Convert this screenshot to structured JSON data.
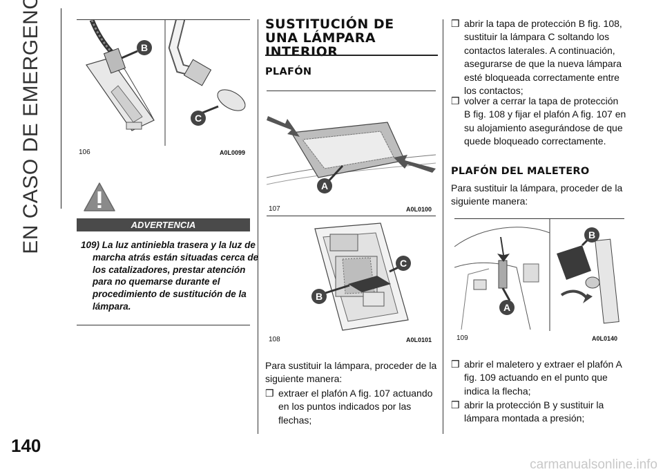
{
  "side_header": "EN CASO DE EMERGENCIA",
  "page_number": "140",
  "figures": [
    {
      "num": "106",
      "code": "A0L0099",
      "labels": [
        "B",
        "C"
      ]
    },
    {
      "num": "107",
      "code": "A0L0100",
      "labels": [
        "A"
      ]
    },
    {
      "num": "108",
      "code": "A0L0101",
      "labels": [
        "C",
        "B"
      ]
    },
    {
      "num": "109",
      "code": "A0L0140",
      "labels": [
        "B",
        "A"
      ]
    }
  ],
  "warning": {
    "title": "ADVERTENCIA",
    "text": "109) La luz antiniebla trasera y la luz de marcha atrás están situadas cerca de los catalizadores, prestar atención para no quemarse durante el procedimiento de sustitución de la lámpara."
  },
  "section": {
    "title_lines": [
      "SUSTITUCIÓN DE",
      "UNA LÁMPARA",
      "INTERIOR"
    ],
    "subtitle1": "PLAFÓN",
    "intro1": "Para sustituir la lámpara, proceder de la siguiente manera:",
    "bullets1": [
      "extraer el plafón A fig. 107 actuando en los puntos indicados por las flechas;",
      "abrir la tapa de protección B fig. 108, sustituir la lámpara C soltando los contactos laterales. A continuación, asegurarse de que la nueva lámpara esté bloqueada correctamente entre los contactos;",
      "volver a cerrar la tapa de protección B fig. 108 y fijar el plafón A fig. 107 en su alojamiento asegurándose de que quede bloqueado correctamente."
    ],
    "subtitle2": "PLAFÓN DEL MALETERO",
    "intro2": "Para sustituir la lámpara, proceder de la siguiente manera:",
    "bullets2": [
      "abrir el maletero y extraer el plafón A fig. 109 actuando en el punto que indica la flecha;",
      "abrir la protección B y sustituir la lámpara montada a presión;"
    ],
    "bullet_mark": "❒"
  },
  "footer": "carmanualsonline.info"
}
